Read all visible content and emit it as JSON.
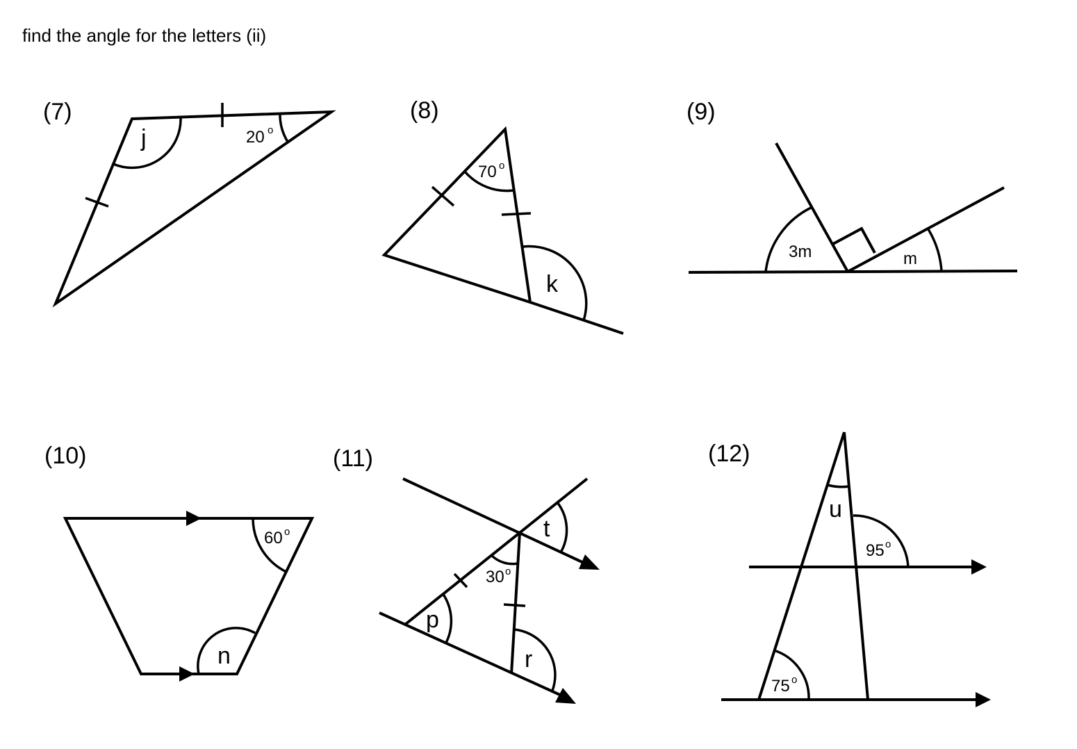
{
  "page": {
    "title": "find the angle for the letters (ii)"
  },
  "problems": {
    "p7": {
      "number": "(7)",
      "letter": "j",
      "angle_value": "20",
      "angle_unit": "o"
    },
    "p8": {
      "number": "(8)",
      "letter": "k",
      "angle_value": "70",
      "angle_unit": "o"
    },
    "p9": {
      "number": "(9)",
      "label_left": "3m",
      "label_right": "m"
    },
    "p10": {
      "number": "(10)",
      "letter": "n",
      "angle_value": "60",
      "angle_unit": "o"
    },
    "p11": {
      "number": "(11)",
      "letter_t": "t",
      "letter_p": "p",
      "letter_r": "r",
      "angle_value": "30",
      "angle_unit": "o"
    },
    "p12": {
      "number": "(12)",
      "letter": "u",
      "angle_top_value": "95",
      "angle_bottom_value": "75",
      "angle_unit": "o"
    }
  }
}
